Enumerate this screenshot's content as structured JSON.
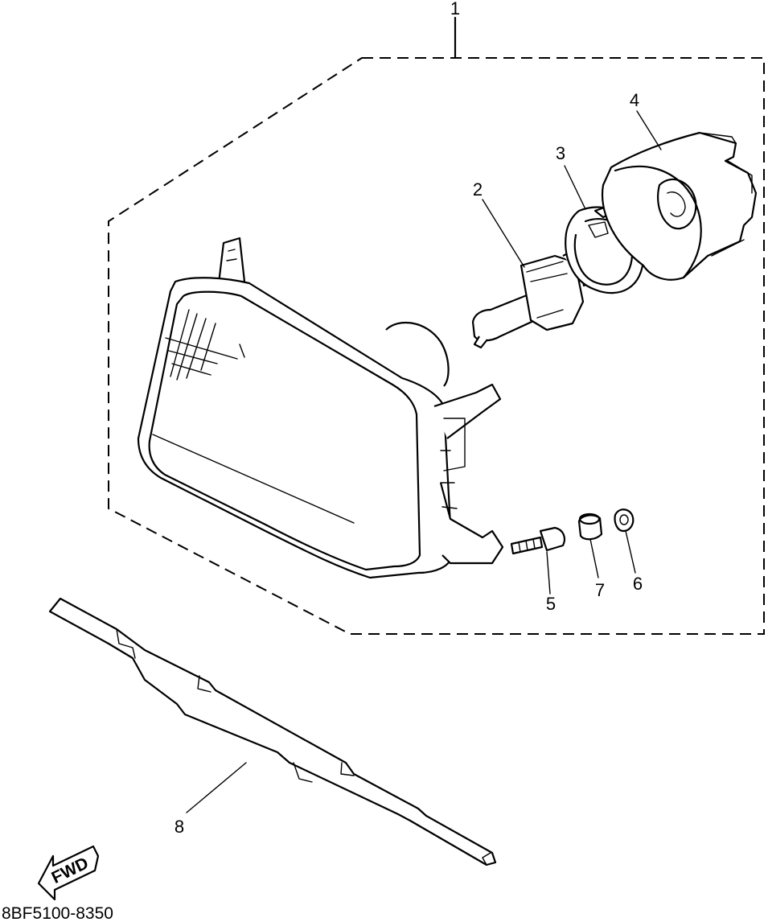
{
  "diagram": {
    "callouts": [
      {
        "id": "1",
        "label": "1"
      },
      {
        "id": "2",
        "label": "2"
      },
      {
        "id": "3",
        "label": "3"
      },
      {
        "id": "4",
        "label": "4"
      },
      {
        "id": "5",
        "label": "5"
      },
      {
        "id": "6",
        "label": "6"
      },
      {
        "id": "7",
        "label": "7"
      },
      {
        "id": "8",
        "label": "8"
      }
    ],
    "direction_marker": {
      "text": "FWD",
      "icon": "fwd-arrow-icon"
    },
    "diagram_code": "8BF5100-8350"
  }
}
